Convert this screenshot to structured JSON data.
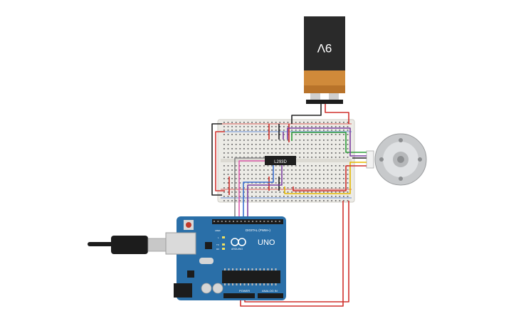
{
  "battery": {
    "label": "9V"
  },
  "driver_ic": {
    "label": "L293D"
  },
  "arduino": {
    "uno_label": "UNO",
    "brand_label": "ARDUINO",
    "digital_label": "DIGITAL (PWM~)",
    "power_label": "POWER",
    "analog_label": "ANALOG IN",
    "aref_label": "AREF",
    "tx_label": "TX",
    "rx_label": "RX",
    "l_label": "L"
  },
  "colors": {
    "red_wire": "#d0312d",
    "black_wire": "#222222",
    "green_wire": "#2e9e3a",
    "yellow_wire": "#e5b800",
    "purple_wire": "#7b3fa0",
    "pink_wire": "#e060b0",
    "blue_wire": "#3a6fd0",
    "gray_wire": "#888888",
    "board_blue": "#2a6fa8",
    "breadboard": "#ecebe6"
  }
}
